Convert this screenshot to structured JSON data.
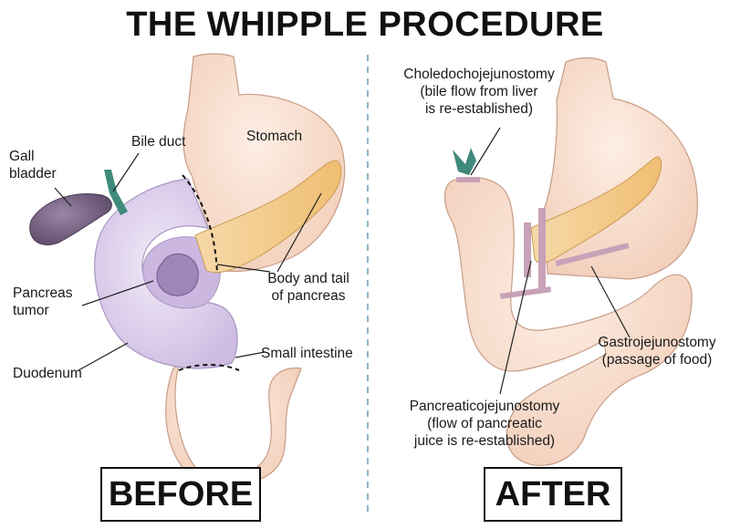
{
  "title": "THE WHIPPLE PROCEDURE",
  "panels": {
    "before": {
      "label": "BEFORE",
      "labels": {
        "gall_bladder": "Gall\nbladder",
        "bile_duct": "Bile duct",
        "stomach": "Stomach",
        "pancreas_tumor": "Pancreas\ntumor",
        "body_tail_pancreas": "Body and tail\nof pancreas",
        "small_intestine": "Small intestine",
        "duodenum": "Duodenum"
      }
    },
    "after": {
      "label": "AFTER",
      "labels": {
        "choledochojejunostomy": "Choledochojejunostomy\n(bile flow from liver\nis re-established)",
        "gastrojejunostomy": "Gastrojejunostomy\n(passage of food)",
        "pancreaticojejunostomy": "Pancreaticojejunostomy\n(flow of pancreatic\njuice is re-established)"
      }
    }
  },
  "colors": {
    "tissue": "#f7d9c8",
    "tissue_outline": "#c79c86",
    "resected": "#d9cbe8",
    "pancreas": "#f3c98a",
    "gallbladder": "#6e5a78",
    "duct": "#3f8a7a",
    "divider": "#8fb3c9"
  }
}
